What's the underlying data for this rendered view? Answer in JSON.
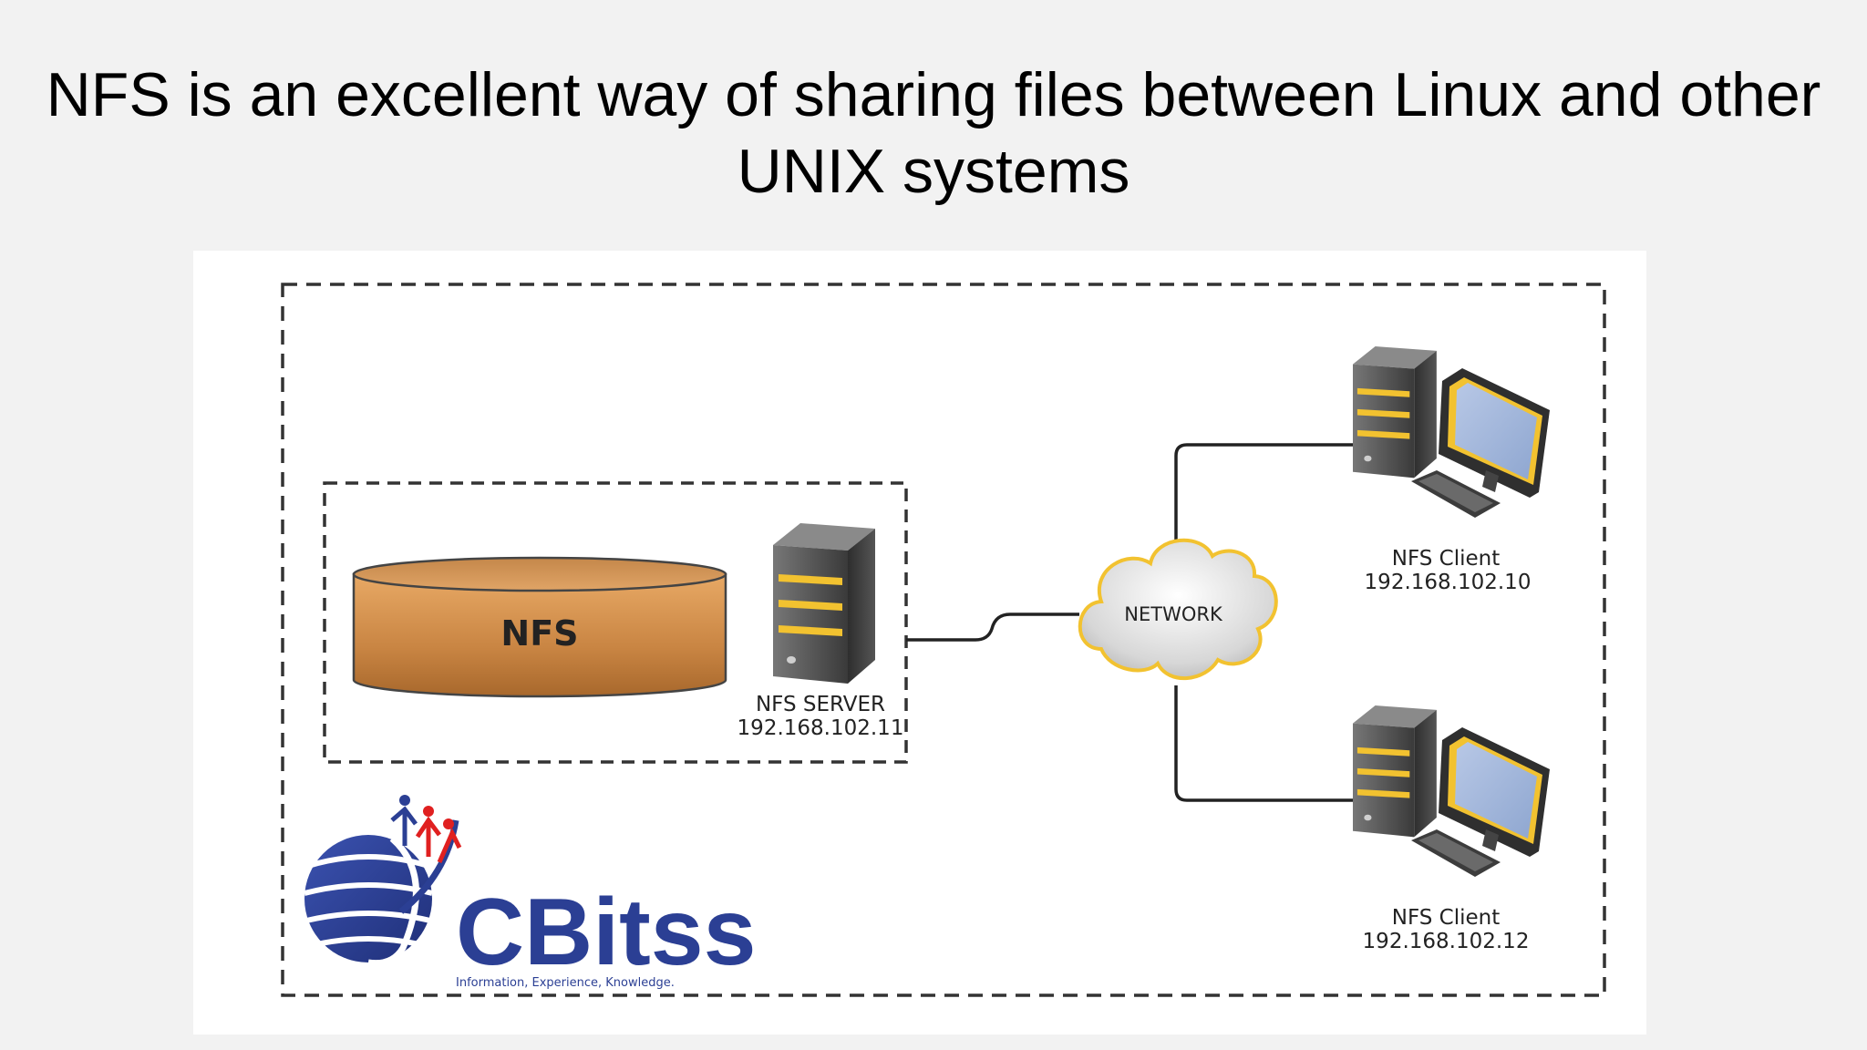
{
  "title": {
    "line1": "NFS is an excellent way of sharing files between Linux and other",
    "line2": "UNIX systems"
  },
  "diagram": {
    "storage_label": "NFS",
    "server": {
      "name": "NFS SERVER",
      "ip": "192.168.102.11"
    },
    "network_label": "NETWORK",
    "clients": [
      {
        "name": "NFS Client",
        "ip": "192.168.102.10"
      },
      {
        "name": "NFS Client",
        "ip": "192.168.102.12"
      }
    ]
  },
  "logo": {
    "name": "CBitss",
    "tagline": "Information, Experience, Knowledge."
  },
  "colors": {
    "background": "#f2f2f2",
    "panel": "#ffffff",
    "storage_fill": "#d08f4a",
    "accent_yellow": "#f2c230",
    "monitor_screen": "#9eb4d8",
    "logo_blue": "#2b3f94",
    "logo_red": "#e02020"
  }
}
